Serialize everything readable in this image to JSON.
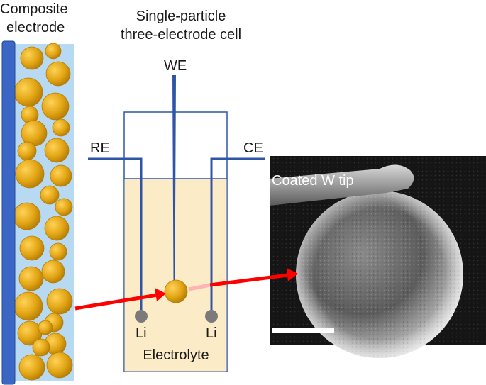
{
  "composite_title": [
    "Composite",
    "electrode"
  ],
  "cell_title": [
    "Single-particle",
    "three-electrode cell"
  ],
  "electrodes": {
    "we": "WE",
    "re": "RE",
    "ce": "CE",
    "li_left": "Li",
    "li_right": "Li"
  },
  "electrolyte_label": "Electrolyte",
  "sem": {
    "tip_label": "Coated W tip"
  },
  "colors": {
    "current_collector": "#3b66c4",
    "composite_bg": "#b8d9f2",
    "particle": "#e0a414",
    "electrolyte": "#fcebc7",
    "wire": "#2f56a6",
    "li_electrode": "#7a7a7a",
    "arrow": "#ff0000"
  }
}
